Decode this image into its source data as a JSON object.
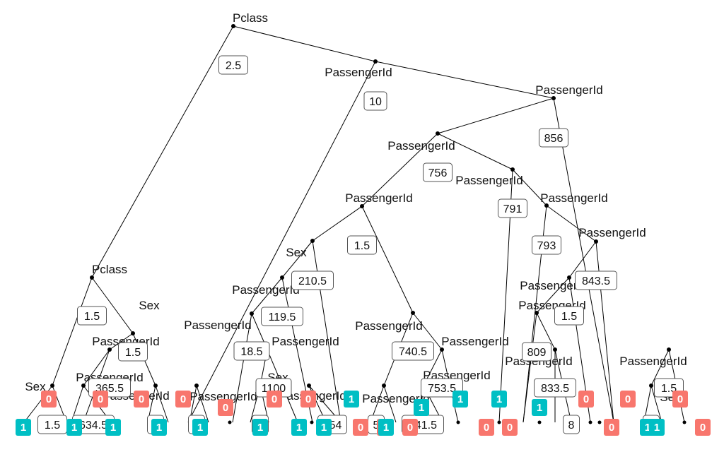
{
  "colors": {
    "class_0": "#F8766D",
    "class_1": "#00BFC4"
  },
  "nodes": [
    {
      "id": "n1",
      "label": "Pclass"
    },
    {
      "id": "n2",
      "label": "Pclass"
    },
    {
      "id": "n3",
      "label": "Sex"
    },
    {
      "id": "n4",
      "label": "Sex"
    },
    {
      "id": "n5",
      "label": "PassengerId"
    },
    {
      "id": "n6",
      "label": "PassengerId"
    },
    {
      "id": "n7",
      "label": "PassengerId"
    },
    {
      "id": "n8",
      "label": "PassengerId"
    },
    {
      "id": "n9",
      "label": "PassengerId"
    },
    {
      "id": "n10",
      "label": "PassengerId"
    },
    {
      "id": "n11",
      "label": "Sex"
    },
    {
      "id": "n12",
      "label": "PassengerId"
    },
    {
      "id": "n13",
      "label": "PassengerId"
    },
    {
      "id": "n14",
      "label": "PassengerId"
    },
    {
      "id": "n15",
      "label": "PassengerId"
    },
    {
      "id": "n16",
      "label": "PassengerId"
    },
    {
      "id": "n17",
      "label": "PassengerId"
    },
    {
      "id": "n18",
      "label": "PassengerId"
    },
    {
      "id": "n19",
      "label": "PassengerId"
    },
    {
      "id": "n20",
      "label": "PassengerId"
    },
    {
      "id": "n21",
      "label": "PassengerId"
    },
    {
      "id": "n22",
      "label": "PassengerId"
    },
    {
      "id": "n23",
      "label": "PassengerId"
    },
    {
      "id": "n24",
      "label": "PassengerId"
    },
    {
      "id": "n25",
      "label": "Sex"
    },
    {
      "id": "n26",
      "label": "PassengerId"
    },
    {
      "id": "n27",
      "label": "PassengerId"
    },
    {
      "id": "n28",
      "label": "PassengerId"
    },
    {
      "id": "n29",
      "label": "Sex"
    },
    {
      "id": "n30",
      "label": "PassengerId"
    }
  ],
  "splits": [
    {
      "id": "s1",
      "value": "2.5"
    },
    {
      "id": "s2",
      "value": "10"
    },
    {
      "id": "s3",
      "value": "856"
    },
    {
      "id": "s4",
      "value": "756"
    },
    {
      "id": "s5",
      "value": "791"
    },
    {
      "id": "s6",
      "value": "1.5"
    },
    {
      "id": "s7",
      "value": "793"
    },
    {
      "id": "s8",
      "value": "210.5"
    },
    {
      "id": "s9",
      "value": "843.5"
    },
    {
      "id": "s10",
      "value": "1.5"
    },
    {
      "id": "s11",
      "value": "1.5"
    },
    {
      "id": "s12",
      "value": "119.5"
    },
    {
      "id": "s13",
      "value": "1.5"
    },
    {
      "id": "s14",
      "value": "18.5"
    },
    {
      "id": "s15",
      "value": "740.5"
    },
    {
      "id": "s16",
      "value": "809"
    },
    {
      "id": "s17",
      "value": "365.5"
    },
    {
      "id": "s18",
      "value": "1100"
    },
    {
      "id": "s19",
      "value": "753.5"
    },
    {
      "id": "s20",
      "value": "833.5"
    },
    {
      "id": "s21",
      "value": "1.5"
    },
    {
      "id": "s22",
      "value": "1.5"
    },
    {
      "id": "s23",
      "value": "634.5"
    },
    {
      "id": "s24",
      "value": "8"
    },
    {
      "id": "s25",
      "value": "2"
    },
    {
      "id": "s26",
      "value": "1"
    },
    {
      "id": "s27",
      "value": "254"
    },
    {
      "id": "s28",
      "value": "5"
    },
    {
      "id": "s29",
      "value": "741.5"
    },
    {
      "id": "s30",
      "value": "8"
    },
    {
      "id": "s31",
      "value": "8"
    }
  ],
  "leaves": [
    {
      "id": "l1",
      "value": "0",
      "cls": 0
    },
    {
      "id": "l2",
      "value": "0",
      "cls": 0
    },
    {
      "id": "l3",
      "value": "0",
      "cls": 0
    },
    {
      "id": "l4",
      "value": "0",
      "cls": 0
    },
    {
      "id": "l5",
      "value": "0",
      "cls": 0
    },
    {
      "id": "l6",
      "value": "0",
      "cls": 0
    },
    {
      "id": "l7",
      "value": "0",
      "cls": 0
    },
    {
      "id": "l8",
      "value": "1",
      "cls": 1
    },
    {
      "id": "l9",
      "value": "1",
      "cls": 1
    },
    {
      "id": "l10",
      "value": "1",
      "cls": 1
    },
    {
      "id": "l11",
      "value": "1",
      "cls": 1
    },
    {
      "id": "l12",
      "value": "0",
      "cls": 0
    },
    {
      "id": "l13",
      "value": "0",
      "cls": 0
    },
    {
      "id": "l14",
      "value": "1",
      "cls": 1
    },
    {
      "id": "l15",
      "value": "1",
      "cls": 1
    },
    {
      "id": "l16",
      "value": "1",
      "cls": 1
    },
    {
      "id": "l17",
      "value": "1",
      "cls": 1
    },
    {
      "id": "l18",
      "value": "1",
      "cls": 1
    },
    {
      "id": "l19",
      "value": "1",
      "cls": 1
    },
    {
      "id": "l20",
      "value": "1",
      "cls": 1
    },
    {
      "id": "l21",
      "value": "1",
      "cls": 1
    },
    {
      "id": "l22",
      "value": "1",
      "cls": 1
    },
    {
      "id": "l23",
      "value": "0",
      "cls": 0
    },
    {
      "id": "l24",
      "value": "0",
      "cls": 0
    },
    {
      "id": "l25",
      "value": "0",
      "cls": 0
    },
    {
      "id": "l26",
      "value": "0",
      "cls": 0
    },
    {
      "id": "l27",
      "value": "0",
      "cls": 0
    },
    {
      "id": "l28",
      "value": "0",
      "cls": 0
    },
    {
      "id": "l29",
      "value": "1",
      "cls": 1
    },
    {
      "id": "l30",
      "value": "1",
      "cls": 1
    },
    {
      "id": "l31",
      "value": "0",
      "cls": 0
    },
    {
      "id": "l32",
      "value": "0",
      "cls": 0
    },
    {
      "id": "l33",
      "value": "1",
      "cls": 1
    }
  ]
}
